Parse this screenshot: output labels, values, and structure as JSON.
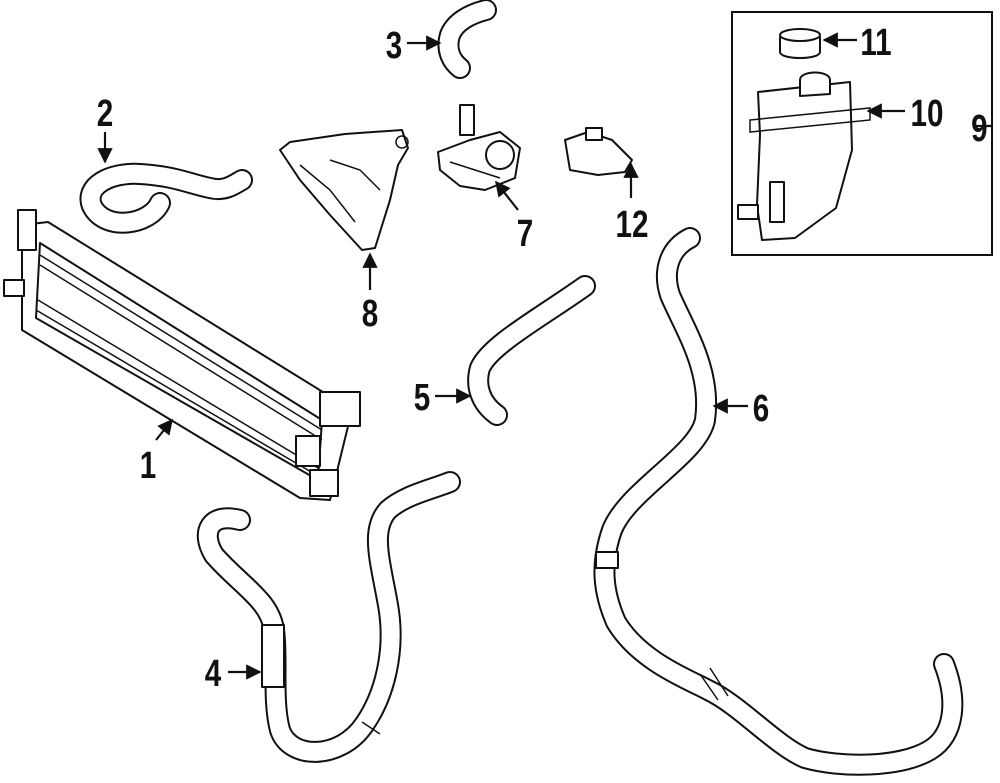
{
  "callouts": [
    {
      "id": "1",
      "label": "1",
      "part": "radiator"
    },
    {
      "id": "2",
      "label": "2",
      "part": "hose"
    },
    {
      "id": "3",
      "label": "3",
      "part": "hose"
    },
    {
      "id": "4",
      "label": "4",
      "part": "hose"
    },
    {
      "id": "5",
      "label": "5",
      "part": "hose"
    },
    {
      "id": "6",
      "label": "6",
      "part": "hose"
    },
    {
      "id": "7",
      "label": "7",
      "part": "water-pump"
    },
    {
      "id": "8",
      "label": "8",
      "part": "bracket"
    },
    {
      "id": "9",
      "label": "9",
      "part": "reservoir-assembly"
    },
    {
      "id": "10",
      "label": "10",
      "part": "reservoir"
    },
    {
      "id": "11",
      "label": "11",
      "part": "cap"
    },
    {
      "id": "12",
      "label": "12",
      "part": "sensor"
    }
  ],
  "colors": {
    "line": "#111111",
    "background": "#ffffff"
  }
}
